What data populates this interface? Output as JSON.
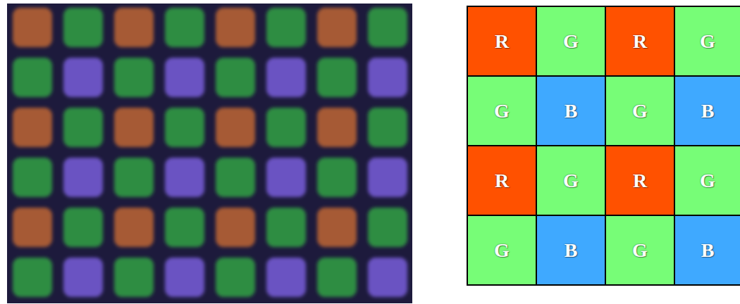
{
  "diagram": {
    "nodes": [
      {
        "text": [
          "R"
        ]
      },
      {
        "text": [
          "G"
        ]
      },
      {
        "text": [
          "R"
        ]
      },
      {
        "text": [
          "G"
        ]
      },
      {
        "text": [
          "G"
        ]
      },
      {
        "text": [
          "B"
        ]
      },
      {
        "text": [
          "G"
        ]
      },
      {
        "text": [
          "B"
        ]
      },
      {
        "text": [
          "R"
        ]
      },
      {
        "text": [
          "G"
        ]
      },
      {
        "text": [
          "R"
        ]
      },
      {
        "text": [
          "G"
        ]
      },
      {
        "text": [
          "G"
        ]
      },
      {
        "text": [
          "B"
        ]
      },
      {
        "text": [
          "G"
        ]
      },
      {
        "text": [
          "B"
        ]
      }
    ]
  }
}
